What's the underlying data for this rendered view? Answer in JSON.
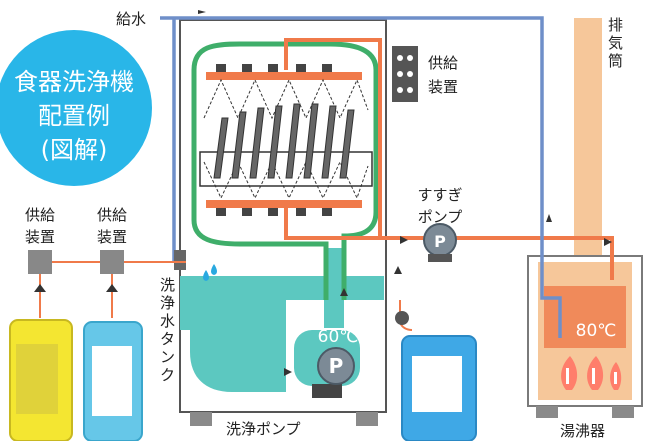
{
  "colors": {
    "water_pipe": "#6f8fc9",
    "hot_pipe": "#f07a4a",
    "wash_green": "#3fae6a",
    "tank": "#5cc8c0",
    "boiler": "#f6c79a",
    "flame": "#ff7e6b",
    "title_circle": "#29b6e8"
  },
  "title": {
    "line1": "食器洗浄機",
    "line2": "配置例",
    "line3": "(図解)"
  },
  "labels": {
    "water_supply": "給水",
    "supply_device_right": "供給\n装置",
    "exhaust": "排気筒",
    "supply_device_1": "供給\n装置",
    "supply_device_2": "供給\n装置",
    "rinse_pump": "すすぎ\nポンプ",
    "wash_tank": "洗浄水タンク",
    "temp_tank": "60℃",
    "temp_boiler": "80℃",
    "wash_pump": "洗浄ポンプ",
    "water_heater": "湯沸器",
    "pump_letter": "P"
  },
  "icons": {
    "pump": "pump-icon",
    "flame": "flame-icon",
    "spray_nozzle": "spray-nozzle-icon",
    "water_drop": "water-drop-icon",
    "detergent_bottle": "detergent-bottle-icon"
  }
}
